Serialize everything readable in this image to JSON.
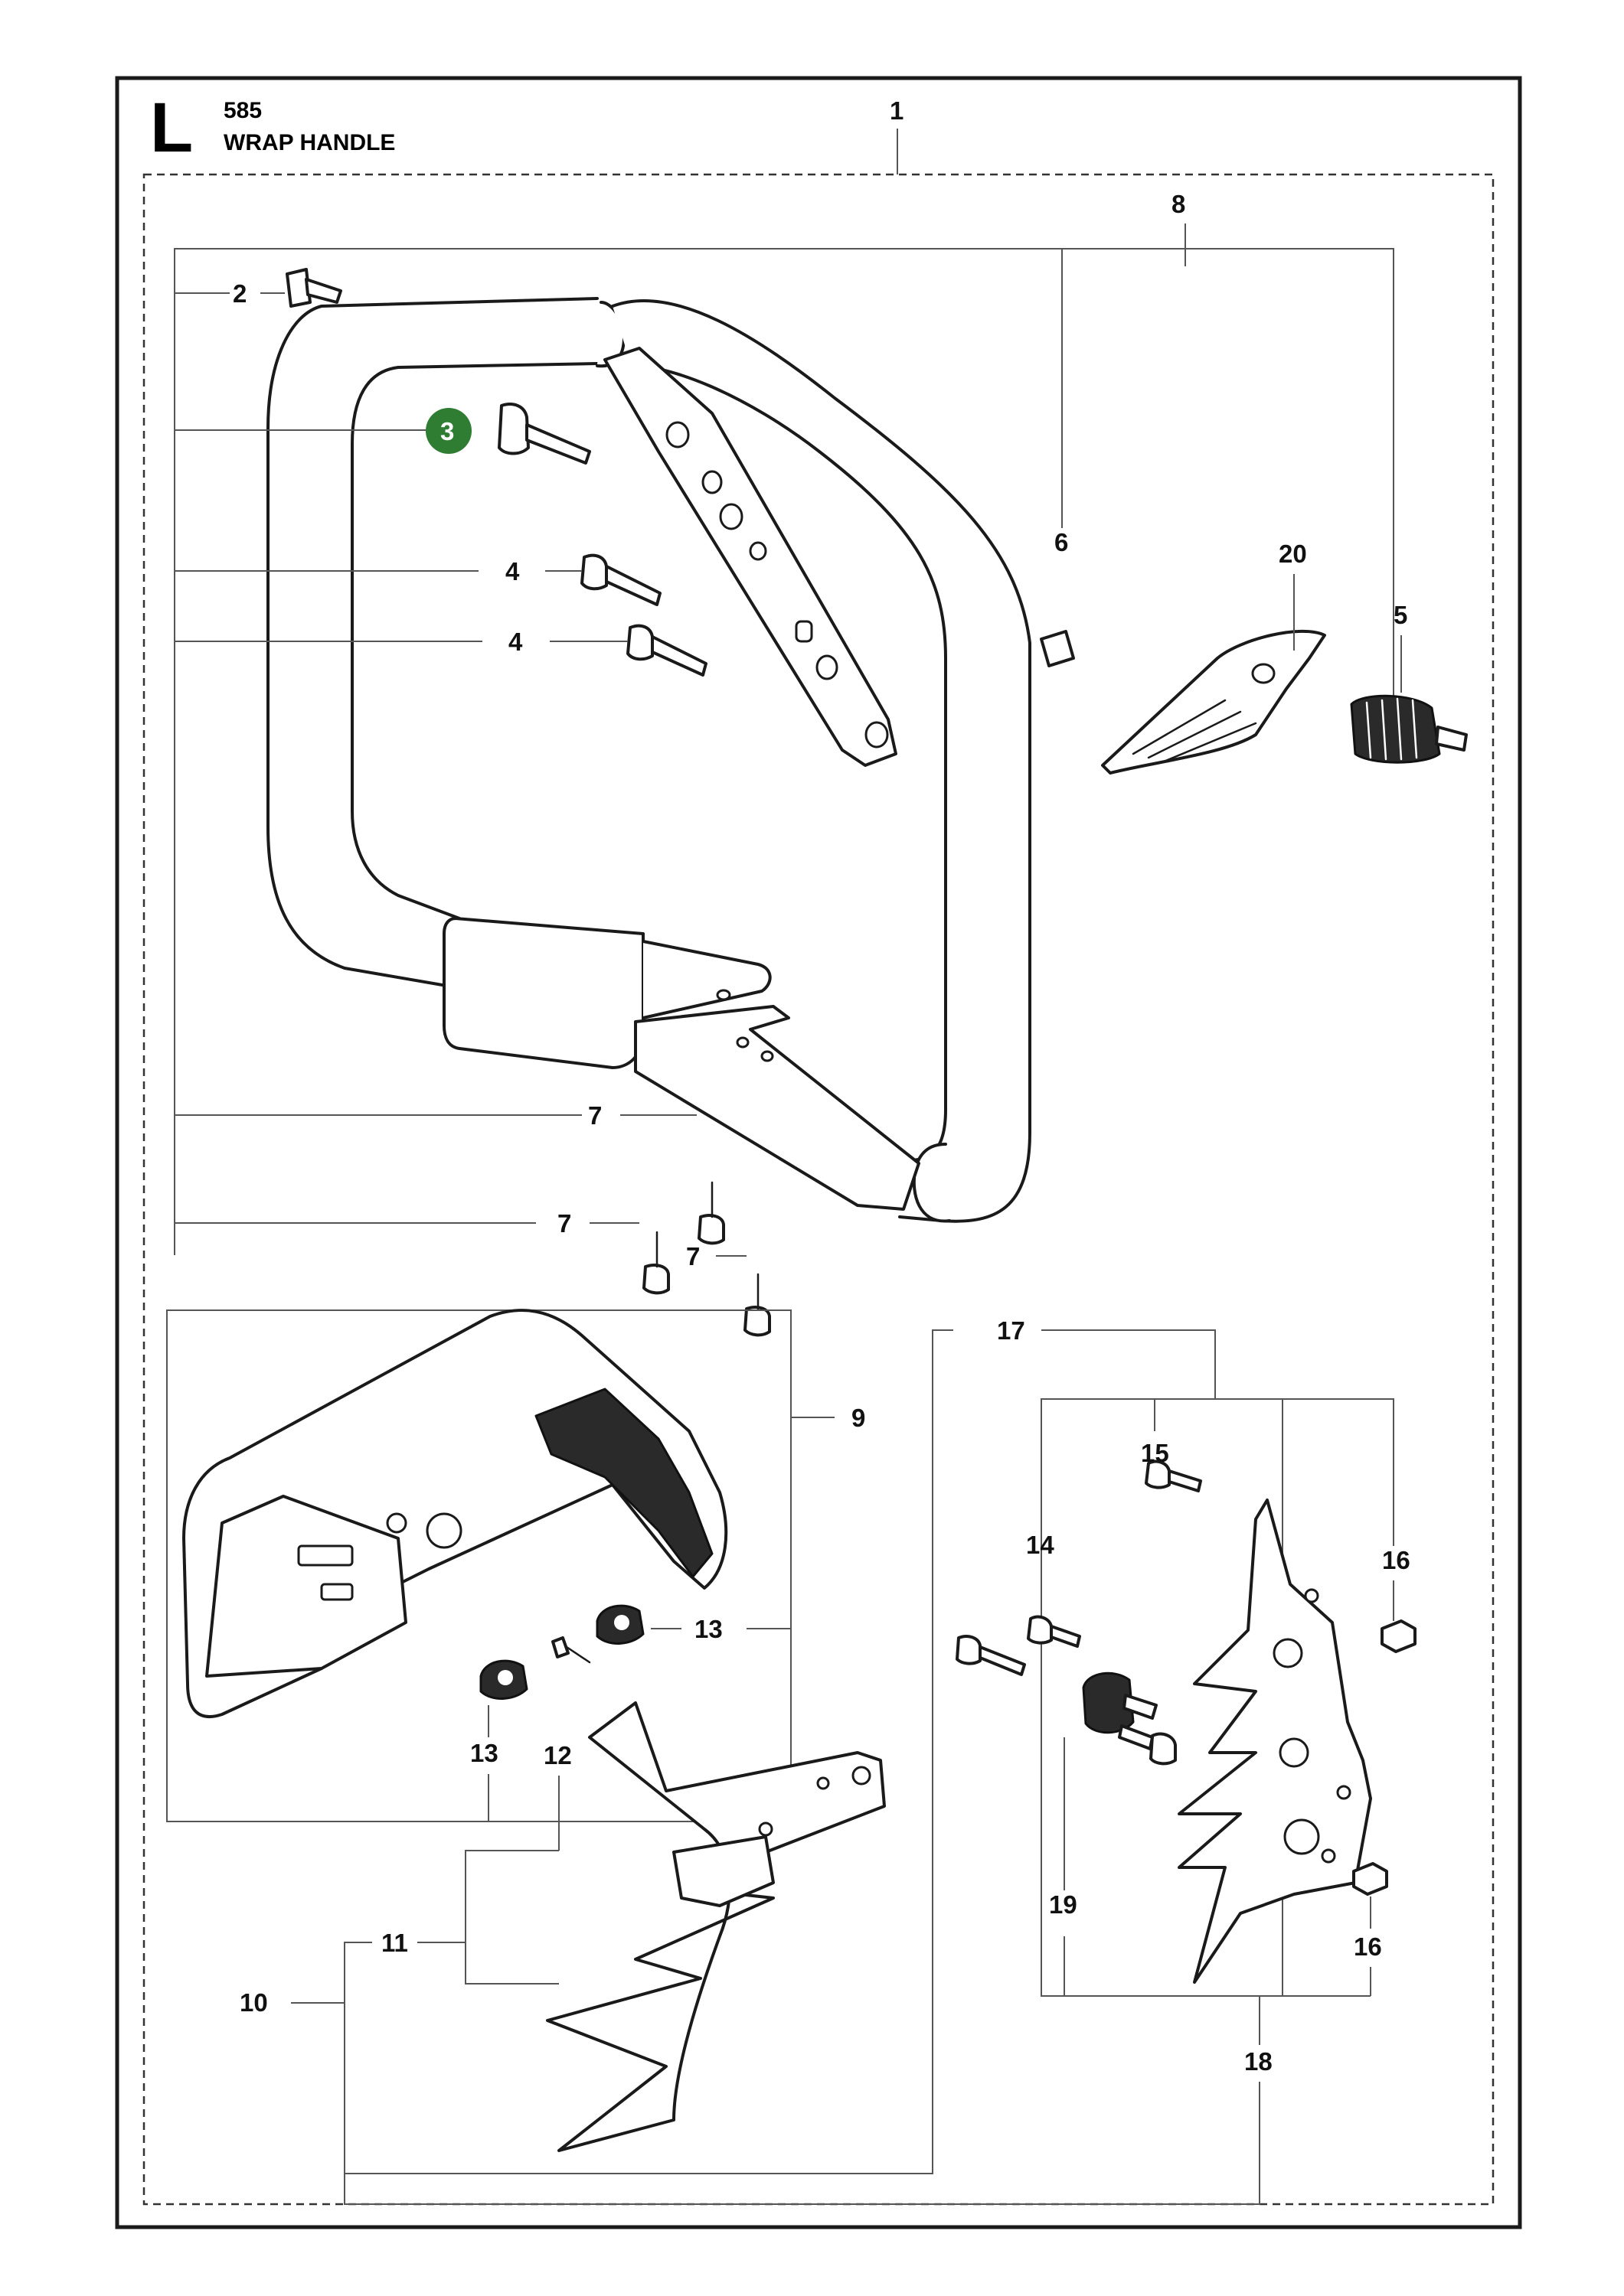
{
  "header": {
    "section_letter": "L",
    "model": "585",
    "title": "WRAP HANDLE"
  },
  "highlight_color": "#2e7d32",
  "callouts": {
    "c1": "1",
    "c2": "2",
    "c3": "3",
    "c4a": "4",
    "c4b": "4",
    "c5": "5",
    "c6": "6",
    "c7a": "7",
    "c7b": "7",
    "c7c": "7",
    "c8": "8",
    "c9": "9",
    "c10": "10",
    "c11": "11",
    "c12": "12",
    "c13a": "13",
    "c13b": "13",
    "c14": "14",
    "c15": "15",
    "c16a": "16",
    "c16b": "16",
    "c17": "17",
    "c18": "18",
    "c19": "19",
    "c20": "20"
  }
}
